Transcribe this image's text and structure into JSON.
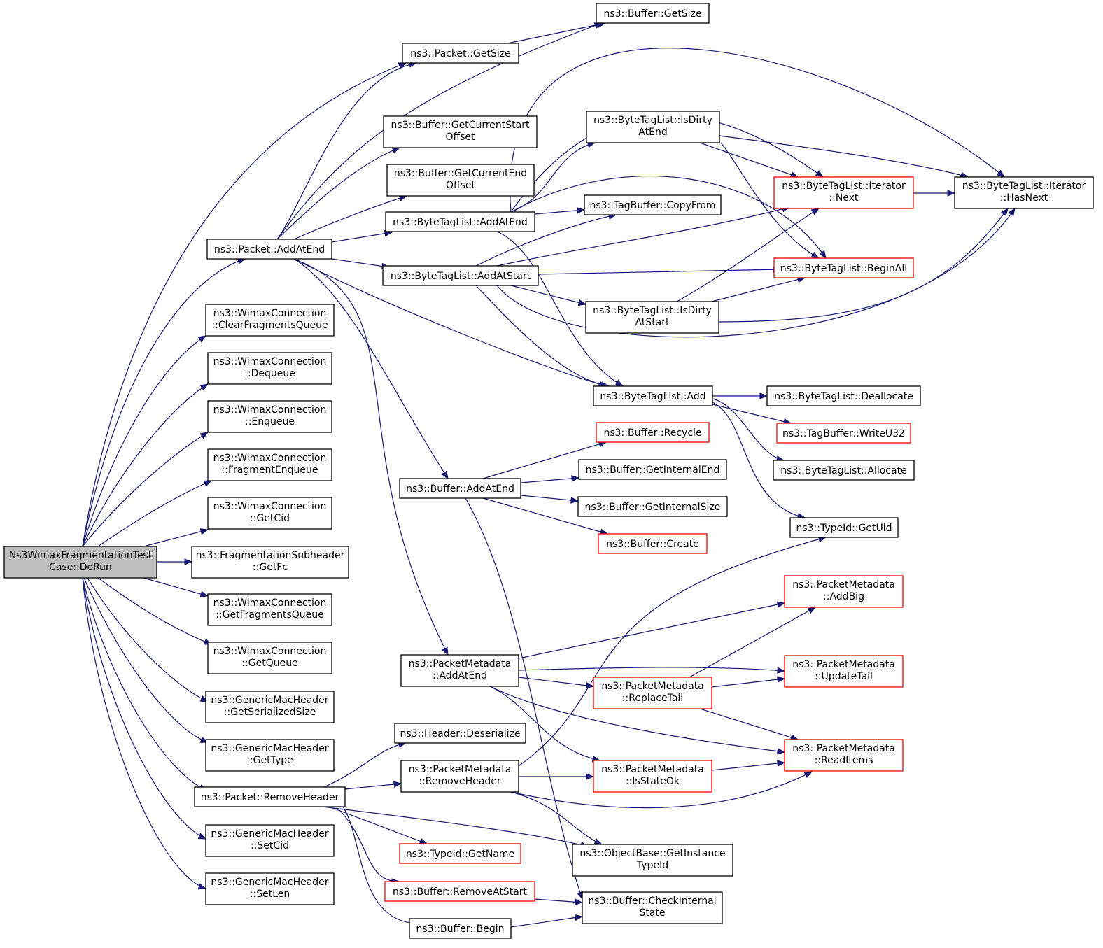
{
  "colors": {
    "edge": "#191970",
    "border": "#000000",
    "truncated_border": "#ff0000",
    "root_fill": "#bfbfbf",
    "node_fill": "#ffffff"
  },
  "nodes": [
    {
      "id": "root",
      "lines": [
        "Ns3WimaxFragmentationTest",
        "Case::DoRun"
      ],
      "style": "root"
    },
    {
      "id": "pkt_getsize",
      "lines": [
        "ns3::Packet::GetSize"
      ],
      "style": "normal"
    },
    {
      "id": "buf_getsize",
      "lines": [
        "ns3::Buffer::GetSize"
      ],
      "style": "normal"
    },
    {
      "id": "buf_curstart",
      "lines": [
        "ns3::Buffer::GetCurrentStart",
        "Offset"
      ],
      "style": "normal"
    },
    {
      "id": "buf_curend",
      "lines": [
        "ns3::Buffer::GetCurrentEnd",
        "Offset"
      ],
      "style": "normal"
    },
    {
      "id": "btl_addatend",
      "lines": [
        "ns3::ByteTagList::AddAtEnd"
      ],
      "style": "normal"
    },
    {
      "id": "pkt_addatend",
      "lines": [
        "ns3::Packet::AddAtEnd"
      ],
      "style": "normal"
    },
    {
      "id": "btl_addatstart",
      "lines": [
        "ns3::ByteTagList::AddAtStart"
      ],
      "style": "normal"
    },
    {
      "id": "btl_isdirty_end",
      "lines": [
        "ns3::ByteTagList::IsDirty",
        "AtEnd"
      ],
      "style": "normal"
    },
    {
      "id": "tagbuf_copyfrom",
      "lines": [
        "ns3::TagBuffer::CopyFrom"
      ],
      "style": "normal"
    },
    {
      "id": "btl_it_next",
      "lines": [
        "ns3::ByteTagList::Iterator",
        "::Next"
      ],
      "style": "truncated"
    },
    {
      "id": "btl_it_hasnext",
      "lines": [
        "ns3::ByteTagList::Iterator",
        "::HasNext"
      ],
      "style": "normal"
    },
    {
      "id": "btl_beginall",
      "lines": [
        "ns3::ByteTagList::BeginAll"
      ],
      "style": "truncated"
    },
    {
      "id": "btl_isdirty_start",
      "lines": [
        "ns3::ByteTagList::IsDirty",
        "AtStart"
      ],
      "style": "normal"
    },
    {
      "id": "btl_add",
      "lines": [
        "ns3::ByteTagList::Add"
      ],
      "style": "normal"
    },
    {
      "id": "btl_dealloc",
      "lines": [
        "ns3::ByteTagList::Deallocate"
      ],
      "style": "normal"
    },
    {
      "id": "tagbuf_writeu32",
      "lines": [
        "ns3::TagBuffer::WriteU32"
      ],
      "style": "truncated"
    },
    {
      "id": "btl_alloc",
      "lines": [
        "ns3::ByteTagList::Allocate"
      ],
      "style": "normal"
    },
    {
      "id": "typeid_getuid",
      "lines": [
        "ns3::TypeId::GetUid"
      ],
      "style": "normal"
    },
    {
      "id": "wc_clearfrag",
      "lines": [
        "ns3::WimaxConnection",
        "::ClearFragmentsQueue"
      ],
      "style": "normal"
    },
    {
      "id": "wc_dequeue",
      "lines": [
        "ns3::WimaxConnection",
        "::Dequeue"
      ],
      "style": "normal"
    },
    {
      "id": "wc_enqueue",
      "lines": [
        "ns3::WimaxConnection",
        "::Enqueue"
      ],
      "style": "normal"
    },
    {
      "id": "wc_fragenq",
      "lines": [
        "ns3::WimaxConnection",
        "::FragmentEnqueue"
      ],
      "style": "normal"
    },
    {
      "id": "wc_getcid",
      "lines": [
        "ns3::WimaxConnection",
        "::GetCid"
      ],
      "style": "normal"
    },
    {
      "id": "fsh_getfc",
      "lines": [
        "ns3::FragmentationSubheader",
        "::GetFc"
      ],
      "style": "normal"
    },
    {
      "id": "wc_getfragq",
      "lines": [
        "ns3::WimaxConnection",
        "::GetFragmentsQueue"
      ],
      "style": "normal"
    },
    {
      "id": "wc_getqueue",
      "lines": [
        "ns3::WimaxConnection",
        "::GetQueue"
      ],
      "style": "normal"
    },
    {
      "id": "gmh_getser",
      "lines": [
        "ns3::GenericMacHeader",
        "::GetSerializedSize"
      ],
      "style": "normal"
    },
    {
      "id": "gmh_gettype",
      "lines": [
        "ns3::GenericMacHeader",
        "::GetType"
      ],
      "style": "normal"
    },
    {
      "id": "pkt_removeheader",
      "lines": [
        "ns3::Packet::RemoveHeader"
      ],
      "style": "normal"
    },
    {
      "id": "gmh_setcid",
      "lines": [
        "ns3::GenericMacHeader",
        "::SetCid"
      ],
      "style": "normal"
    },
    {
      "id": "gmh_setlen",
      "lines": [
        "ns3::GenericMacHeader",
        "::SetLen"
      ],
      "style": "normal"
    },
    {
      "id": "buf_recycle",
      "lines": [
        "ns3::Buffer::Recycle"
      ],
      "style": "truncated"
    },
    {
      "id": "buf_internalend",
      "lines": [
        "ns3::Buffer::GetInternalEnd"
      ],
      "style": "normal"
    },
    {
      "id": "buf_addatend",
      "lines": [
        "ns3::Buffer::AddAtEnd"
      ],
      "style": "normal"
    },
    {
      "id": "buf_internalsize",
      "lines": [
        "ns3::Buffer::GetInternalSize"
      ],
      "style": "normal"
    },
    {
      "id": "buf_create",
      "lines": [
        "ns3::Buffer::Create"
      ],
      "style": "truncated"
    },
    {
      "id": "pm_addbig",
      "lines": [
        "ns3::PacketMetadata",
        "::AddBig"
      ],
      "style": "truncated"
    },
    {
      "id": "pm_addatend",
      "lines": [
        "ns3::PacketMetadata",
        "::AddAtEnd"
      ],
      "style": "normal"
    },
    {
      "id": "pm_updatetail",
      "lines": [
        "ns3::PacketMetadata",
        "::UpdateTail"
      ],
      "style": "truncated"
    },
    {
      "id": "pm_replacetail",
      "lines": [
        "ns3::PacketMetadata",
        "::ReplaceTail"
      ],
      "style": "truncated"
    },
    {
      "id": "header_deser",
      "lines": [
        "ns3::Header::Deserialize"
      ],
      "style": "normal"
    },
    {
      "id": "pm_readitems",
      "lines": [
        "ns3::PacketMetadata",
        "::ReadItems"
      ],
      "style": "truncated"
    },
    {
      "id": "pm_removeheader",
      "lines": [
        "ns3::PacketMetadata",
        "::RemoveHeader"
      ],
      "style": "normal"
    },
    {
      "id": "pm_isstateok",
      "lines": [
        "ns3::PacketMetadata",
        "::IsStateOk"
      ],
      "style": "truncated"
    },
    {
      "id": "typeid_getname",
      "lines": [
        "ns3::TypeId::GetName"
      ],
      "style": "truncated"
    },
    {
      "id": "ob_getinsttypeid",
      "lines": [
        "ns3::ObjectBase::GetInstance",
        "TypeId"
      ],
      "style": "normal"
    },
    {
      "id": "buf_removeatstart",
      "lines": [
        "ns3::Buffer::RemoveAtStart"
      ],
      "style": "truncated"
    },
    {
      "id": "buf_checkinternal",
      "lines": [
        "ns3::Buffer::CheckInternal",
        "State"
      ],
      "style": "normal"
    },
    {
      "id": "buf_begin",
      "lines": [
        "ns3::Buffer::Begin"
      ],
      "style": "normal"
    }
  ]
}
